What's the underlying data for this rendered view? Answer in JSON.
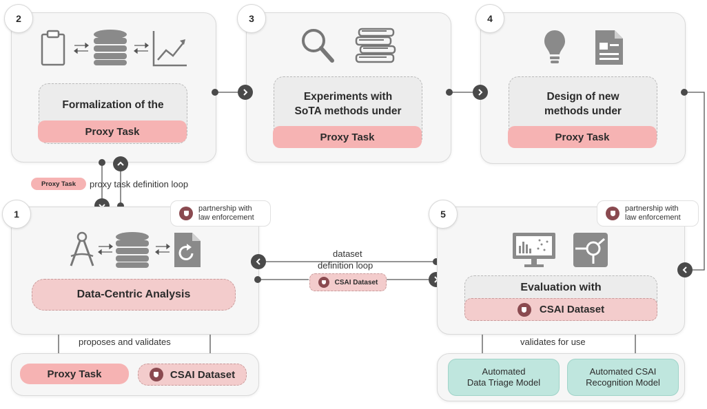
{
  "steps": {
    "s1": {
      "number": "1",
      "title": "Data-Centric Analysis",
      "footer": "proposes and validates",
      "pills": {
        "proxy": "Proxy Task",
        "csai": "CSAI Dataset"
      }
    },
    "s2": {
      "number": "2",
      "title": "Formalization of the",
      "pill": "Proxy Task"
    },
    "s3": {
      "number": "3",
      "title_line1": "Experiments with",
      "title_line2": "SoTA methods under",
      "pill": "Proxy Task"
    },
    "s4": {
      "number": "4",
      "title_line1": "Design of new",
      "title_line2": "methods under",
      "pill": "Proxy Task"
    },
    "s5": {
      "number": "5",
      "title": "Evaluation with",
      "pill": "CSAI Dataset",
      "footer": "validates for use",
      "models": {
        "m1_line1": "Automated",
        "m1_line2": "Data Triage Model",
        "m2_line1": "Automated CSAI",
        "m2_line2": "Recognition Model"
      }
    }
  },
  "loops": {
    "proxy_tag": "Proxy Task",
    "proxy_loop": "proxy task definition loop",
    "dataset_line1": "dataset",
    "dataset_line2": "definition loop",
    "csai_tag": "CSAI Dataset"
  },
  "partnership": {
    "line1": "partnership with",
    "line2": "law enforcement"
  },
  "colors": {
    "pink": "#f6b3b3",
    "green": "#bfe6de",
    "dark": "#4a4a4a",
    "shield": "#8a4a50"
  }
}
